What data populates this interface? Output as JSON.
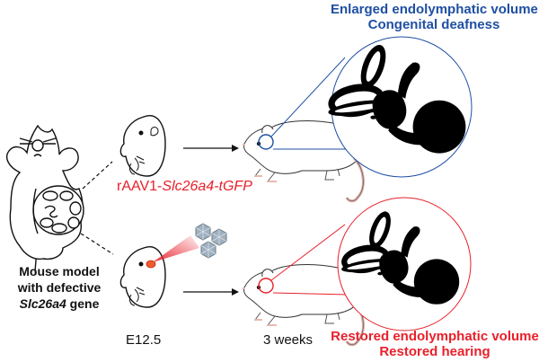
{
  "outcomes": {
    "untreated": {
      "line1": "Enlarged endolymphatic volume",
      "line2": "Congenital deafness",
      "color": "#1f4fa3"
    },
    "treated": {
      "line1": "Restored endolymphatic volume",
      "line2": "Restored hearing",
      "color": "#e8202a"
    }
  },
  "model": {
    "line1": "Mouse model",
    "line2": "with defective",
    "gene": "Slc26a4",
    "gene_suffix": " gene"
  },
  "vector": {
    "prefix": "rAAV1-",
    "transgene": "Slc26a4-tGFP"
  },
  "stages": {
    "embryo": "E12.5",
    "adult": "3 weeks"
  },
  "icons": [
    "pregnant-mouse-icon",
    "embryo-icon",
    "injected-embryo-icon",
    "aav-virus-particle-icon",
    "adult-mouse-icon",
    "inner-ear-icon"
  ]
}
